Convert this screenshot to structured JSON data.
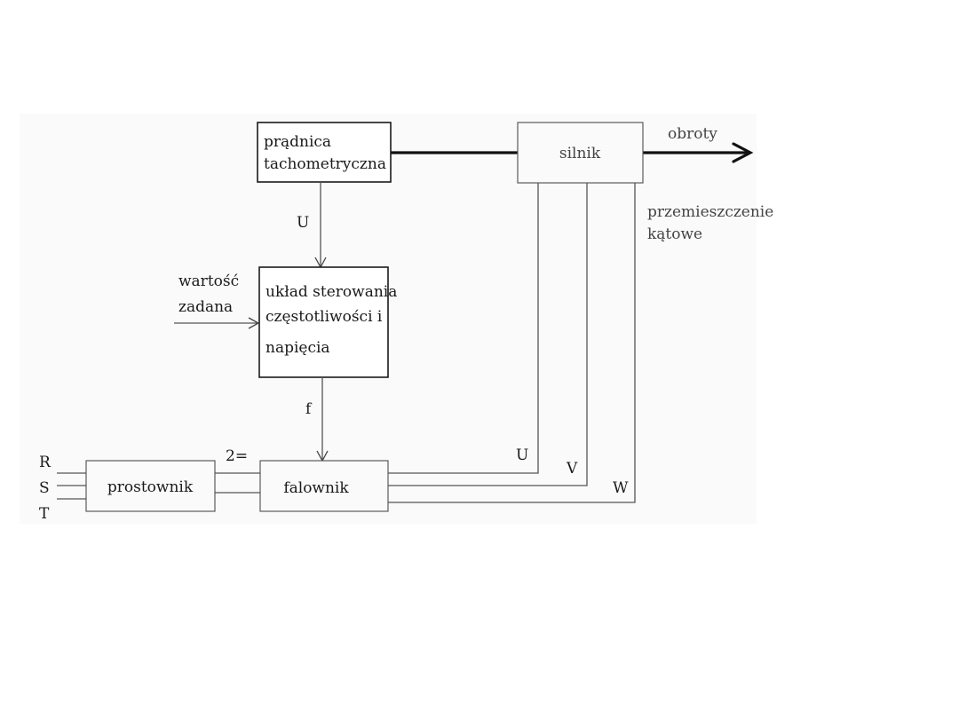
{
  "blocks": {
    "generator": {
      "line1": "prądnica",
      "line2": "tachometryczna"
    },
    "motor": {
      "label": "silnik"
    },
    "controller": {
      "line1": "układ sterowania",
      "line2": "częstotliwości i",
      "line3": "napięcia"
    },
    "rectifier": {
      "label": "prostownik"
    },
    "inverter": {
      "label": "falownik"
    }
  },
  "labels": {
    "speed": "obroty",
    "angular_line1": "przemieszczenie",
    "angular_line2": "kątowe",
    "feedback_voltage": "U",
    "setpoint_line1": "wartość",
    "setpoint_line2": "zadana",
    "frequency": "f",
    "dc_link": "2=",
    "phase_u": "U",
    "phase_v": "V",
    "phase_w": "W",
    "input_r": "R",
    "input_s": "S",
    "input_t": "T"
  }
}
